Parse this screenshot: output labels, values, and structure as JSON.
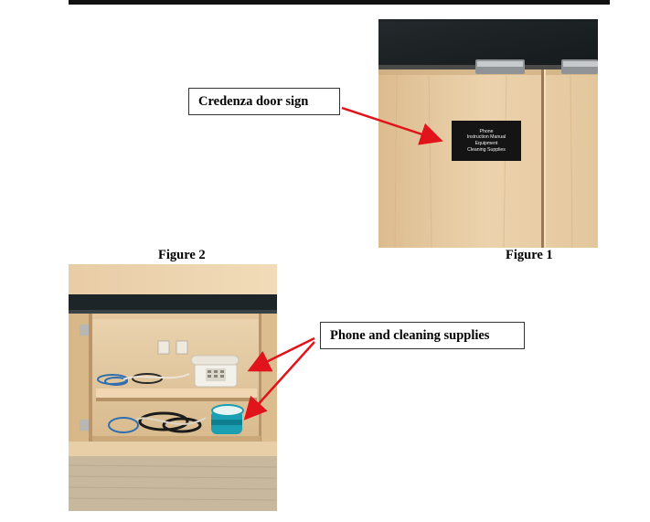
{
  "callouts": {
    "door_sign": "Credenza door sign",
    "supplies": "Phone and cleaning supplies"
  },
  "captions": {
    "figure1": "Figure 1",
    "figure2": "Figure 2"
  },
  "door_sign_text": [
    "Phone",
    "Instruction Manual",
    "Equipment",
    "Cleaning Supplies"
  ],
  "colors": {
    "arrow": "#e0141a",
    "wood": "#e6c9a0",
    "countertop": "#1e2528",
    "carpet": "#c7b89e"
  }
}
